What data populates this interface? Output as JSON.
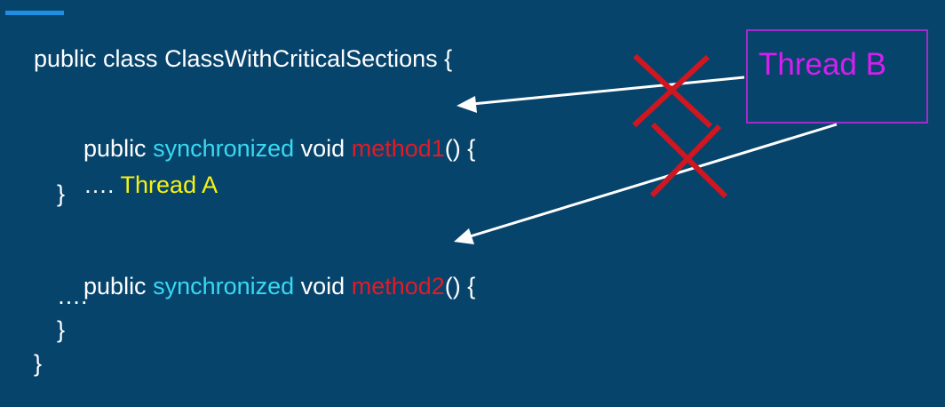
{
  "code": {
    "class_decl": "public class ClassWithCriticalSections {",
    "method1": {
      "prefix": "public ",
      "keyword": "synchronized",
      "mid": " void ",
      "name": "method1",
      "suffix": "() {",
      "body_prefix": "…. ",
      "body_thread": "Thread A",
      "close": "}"
    },
    "method2": {
      "prefix": "public ",
      "keyword": "synchronized",
      "mid": " void ",
      "name": "method2",
      "suffix": "() {",
      "body": "….",
      "close": "}"
    },
    "class_close": "}"
  },
  "thread_b": {
    "label": "Thread B"
  },
  "colors": {
    "background": "#07446c",
    "accent_bar": "#1e8fe3",
    "synchronized": "#38d9f2",
    "method_name": "#e11b27",
    "thread_a": "#f8f20f",
    "thread_b_text": "#d61ef0",
    "thread_b_border": "#9f2dca",
    "blocked_x": "#d0161f",
    "arrow": "#ffffff"
  }
}
